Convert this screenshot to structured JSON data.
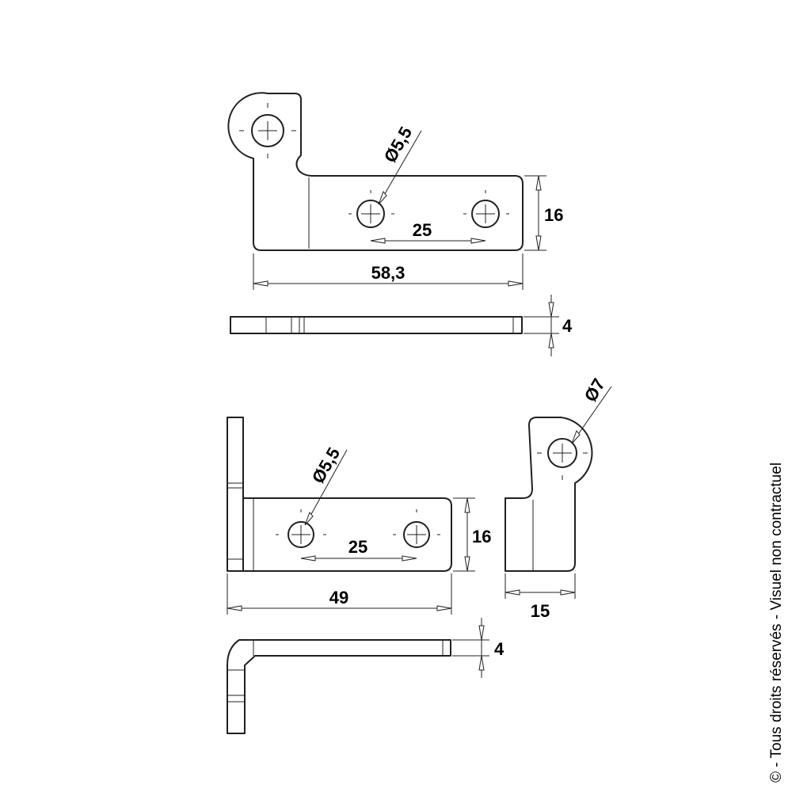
{
  "top_view": {
    "hole_label": "Ø5,5",
    "spacing_label": "25",
    "height_label": "16",
    "width_label": "58,3"
  },
  "top_edge": {
    "thickness_label": "4"
  },
  "bottom_front": {
    "hole_label": "Ø5,5",
    "spacing_label": "25",
    "height_label": "16",
    "width_label": "49"
  },
  "bottom_side": {
    "hole_label": "Ø7",
    "width_label": "15"
  },
  "bottom_edge": {
    "thickness_label": "4"
  },
  "copyright": "© - Tous droits réservés - Visuel non contractuel"
}
